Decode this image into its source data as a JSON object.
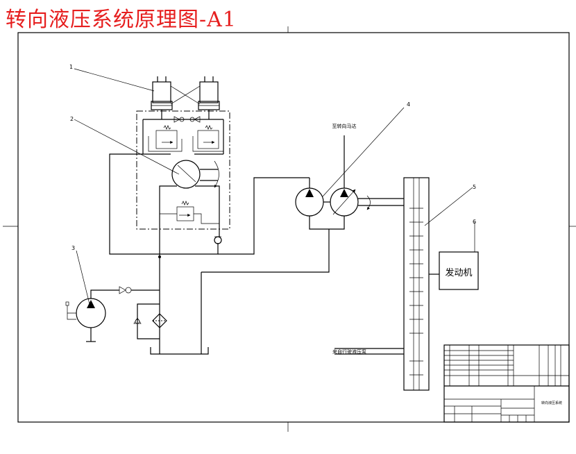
{
  "title": "转向液压系统原理图-A1",
  "callouts": [
    "1",
    "2",
    "3",
    "4",
    "5",
    "6"
  ],
  "labels": {
    "engine": "发动机",
    "to_steer_motor": "至转向马达",
    "from_drive_system": "来自行驶液压泵"
  },
  "title_block": {
    "drawing_name": "转向液压系统"
  },
  "colors": {
    "title": "#e61e1e",
    "lines": "#000000",
    "background": "#ffffff"
  }
}
